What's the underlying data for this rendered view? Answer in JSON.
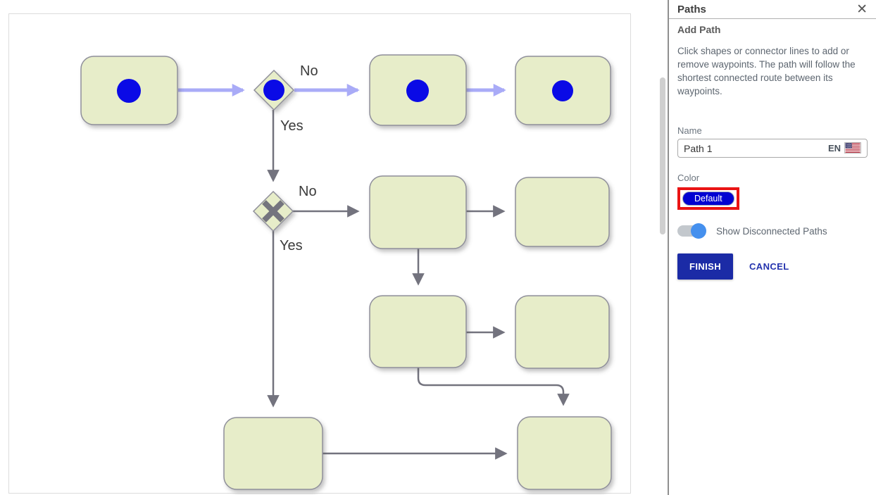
{
  "panel": {
    "title": "Paths",
    "close_icon": "✕",
    "section_title": "Add Path",
    "description": "Click shapes or connector lines to add or remove waypoints. The path will follow the shortest connected route between its waypoints.",
    "name_label": "Name",
    "name_value": "Path 1",
    "lang_code": "EN",
    "color_label": "Color",
    "color_value": "Default",
    "toggle_label": "Show Disconnected Paths",
    "toggle_state": "on",
    "finish_label": "FINISH",
    "cancel_label": "CANCEL"
  },
  "diagram": {
    "labels": {
      "decision1_no": "No",
      "decision1_yes": "Yes",
      "decision2_no": "No",
      "decision2_yes": "Yes"
    },
    "colors": {
      "node_fill": "#e7edc9",
      "node_border": "#8f8f9a",
      "highlighted_path": "#a9abf7",
      "connector": "#73737e",
      "waypoint_dot": "#0a0ae6"
    }
  },
  "colors": {
    "finish_button_bg": "#1b2ba6",
    "cancel_text": "#2433ae",
    "toggle_knob": "#4590ee",
    "highlight_box": "#ea1414",
    "default_pill": "#0101d2"
  }
}
